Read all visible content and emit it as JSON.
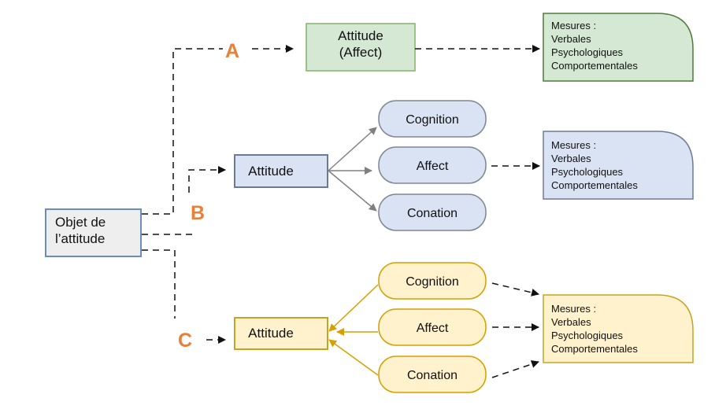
{
  "colors": {
    "dashed_line": "#111111",
    "letter_orange": "#e8803a",
    "object_fill": "#eeeeee",
    "object_border": "#6c8ebf",
    "green_fill": "#d5e8d4",
    "green_border": "#82b366",
    "blue_fill": "#dae3f3",
    "blue_border": "#6c7a94",
    "blue_arrow": "#808080",
    "yellow_fill": "#fff2cc",
    "yellow_border": "#d6a000"
  },
  "object": {
    "line1": "Objet de",
    "line2": "l’attitude"
  },
  "labels": {
    "a": "A",
    "b": "B",
    "c": "C"
  },
  "model_a": {
    "attitude_line1": "Attitude",
    "attitude_line2": "(Affect)",
    "measures": [
      "Mesures :",
      "Verbales",
      "Psychologiques",
      "Comportementales"
    ]
  },
  "model_b": {
    "attitude": "Attitude",
    "components": [
      "Cognition",
      "Affect",
      "Conation"
    ],
    "measures": [
      "Mesures :",
      "Verbales",
      "Psychologiques",
      "Comportementales"
    ]
  },
  "model_c": {
    "attitude": "Attitude",
    "components": [
      "Cognition",
      "Affect",
      "Conation"
    ],
    "measures": [
      "Mesures :",
      "Verbales",
      "Psychologiques",
      "Comportementales"
    ]
  }
}
